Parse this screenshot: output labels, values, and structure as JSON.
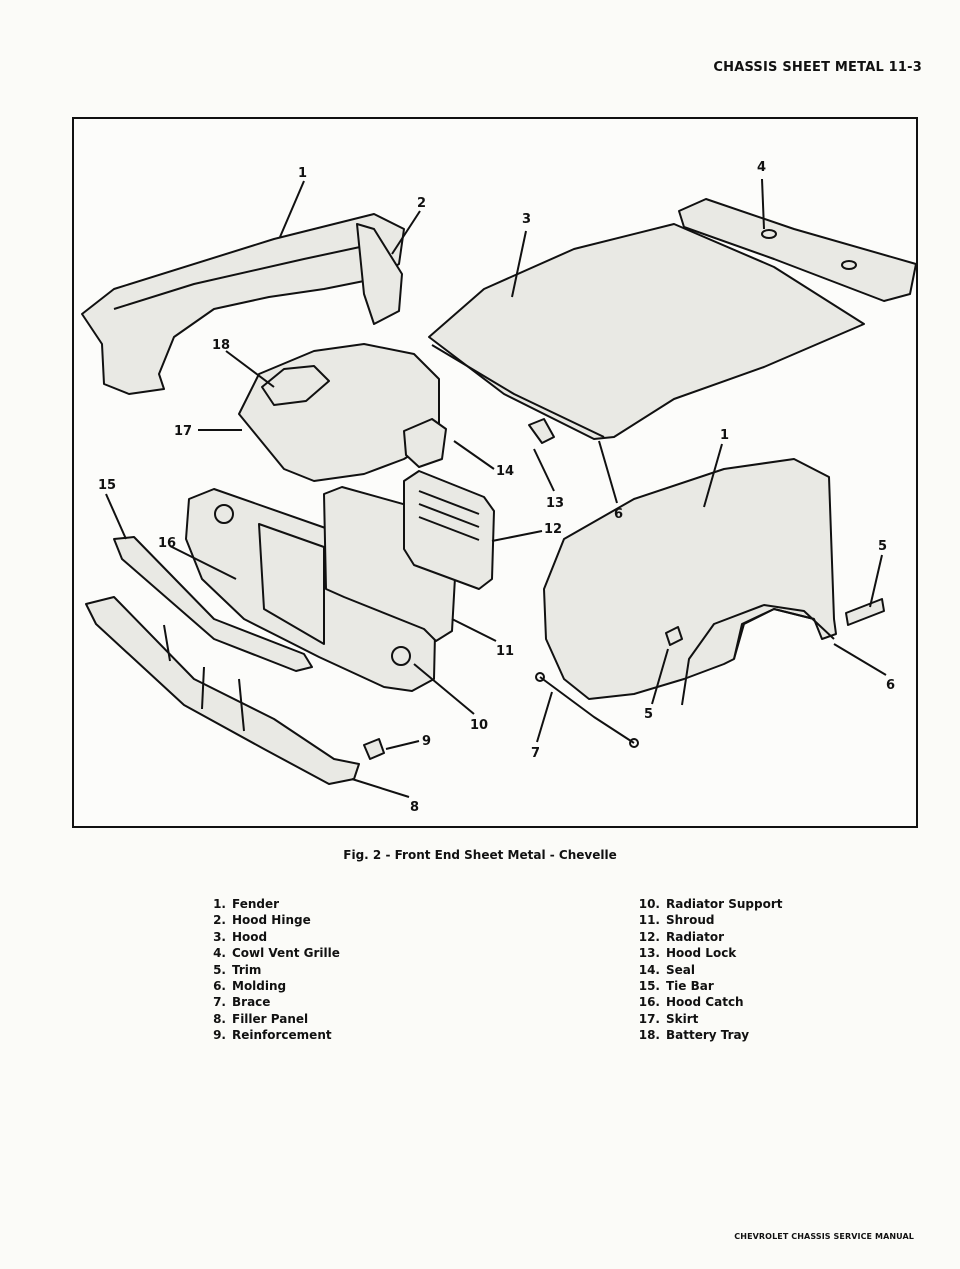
{
  "header": {
    "title": "CHASSIS SHEET METAL 11-3"
  },
  "figure": {
    "callouts": [
      "1",
      "2",
      "3",
      "4",
      "18",
      "17",
      "14",
      "15",
      "16",
      "13",
      "12",
      "6",
      "1",
      "5",
      "11",
      "6",
      "5",
      "10",
      "9",
      "7",
      "8"
    ]
  },
  "caption": "Fig. 2 - Front End Sheet Metal - Chevelle",
  "legend": {
    "left": [
      {
        "num": "1.",
        "label": "Fender"
      },
      {
        "num": "2.",
        "label": "Hood Hinge"
      },
      {
        "num": "3.",
        "label": "Hood"
      },
      {
        "num": "4.",
        "label": "Cowl Vent Grille"
      },
      {
        "num": "5.",
        "label": "Trim"
      },
      {
        "num": "6.",
        "label": "Molding"
      },
      {
        "num": "7.",
        "label": "Brace"
      },
      {
        "num": "8.",
        "label": "Filler Panel"
      },
      {
        "num": "9.",
        "label": "Reinforcement"
      }
    ],
    "right": [
      {
        "num": "10.",
        "label": "Radiator Support"
      },
      {
        "num": "11.",
        "label": "Shroud"
      },
      {
        "num": "12.",
        "label": "Radiator"
      },
      {
        "num": "13.",
        "label": "Hood Lock"
      },
      {
        "num": "14.",
        "label": "Seal"
      },
      {
        "num": "15.",
        "label": "Tie Bar"
      },
      {
        "num": "16.",
        "label": "Hood Catch"
      },
      {
        "num": "17.",
        "label": "Skirt"
      },
      {
        "num": "18.",
        "label": "Battery Tray"
      }
    ]
  },
  "footer": "CHEVROLET CHASSIS SERVICE MANUAL"
}
